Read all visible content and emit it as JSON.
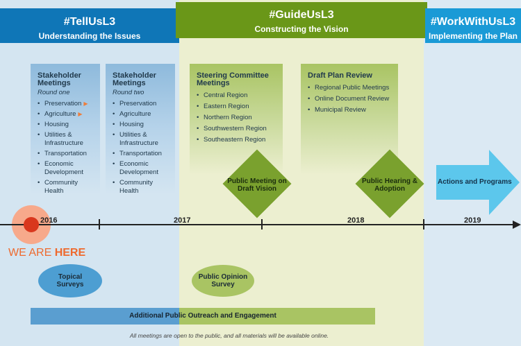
{
  "phases": [
    {
      "tag": "#TellUsL3",
      "subtitle": "Understanding the Issues"
    },
    {
      "tag": "#GuideUsL3",
      "subtitle": "Constructing the Vision"
    },
    {
      "tag": "#WorkWithUsL3",
      "subtitle": "Implementing the Plan"
    }
  ],
  "cards": {
    "sm1": {
      "title": "Stakeholder Meetings",
      "note": "Round one",
      "items": [
        "Preservation",
        "Agriculture",
        "Housing",
        "Utilities & Infrastructure",
        "Transportation",
        "Economic Development",
        "Community Health"
      ]
    },
    "sm2": {
      "title": "Stakeholder Meetings",
      "note": "Round two",
      "items": [
        "Preservation",
        "Agriculture",
        "Housing",
        "Utilities & Infrastructure",
        "Transportation",
        "Economic Development",
        "Community Health"
      ]
    },
    "steer": {
      "title": "Steering Committee Meetings",
      "items": [
        "Central Region",
        "Eastern Region",
        "Northern Region",
        "Southwestern Region",
        "Southeastern Region"
      ]
    },
    "draft": {
      "title": "Draft Plan Review",
      "items": [
        "Regional Public Meetings",
        "Online Document Review",
        "Municipal Review"
      ]
    }
  },
  "milestones": {
    "public_meeting": "Public Meeting on Draft Vision",
    "public_hearing": "Public Hearing & Adoption",
    "actions": "Actions and Programs"
  },
  "years": [
    "2016",
    "2017",
    "2018",
    "2019"
  ],
  "here": {
    "prefix": "WE ARE ",
    "emphasis": "HERE"
  },
  "surveys": {
    "topical": "Topical Surveys",
    "opinion": "Public Opinion Survey"
  },
  "outreach": "Additional Public Outreach and Engagement",
  "footnote": "All meetings are open to the public, and all materials will be available online.",
  "colors": {
    "tell": "#0f76b7",
    "guide": "#6a9718",
    "work": "#1a9ad6",
    "here": "#ee6a2e",
    "highlight_arrow": "#ee7d3a"
  }
}
